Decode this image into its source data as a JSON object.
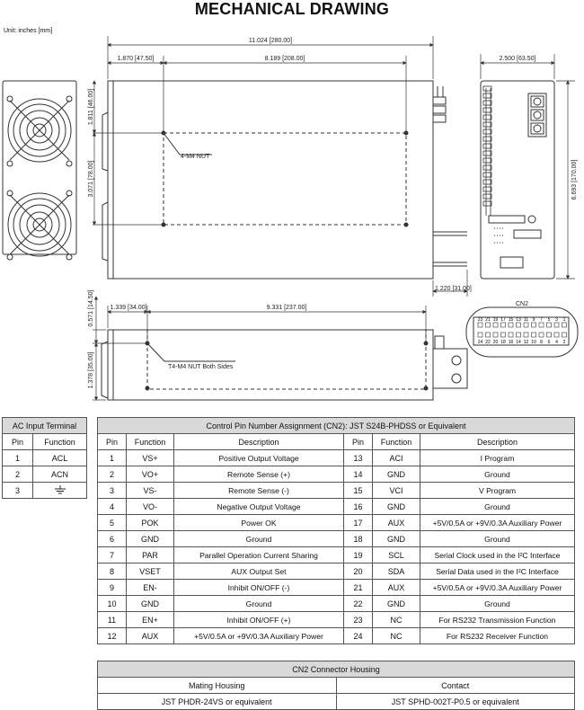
{
  "title": "MECHANICAL DRAWING",
  "unit_note": "Unit: inches [mm]",
  "dimensions": {
    "overall_length": "11.024 [280.00]",
    "front_offset": "1.870 [47.50]",
    "hole_span": "8.189 [208.00]",
    "width": "2.500 [63.50]",
    "top_offset": "1.811 [46.00]",
    "hole_vertical": "3.071 [78.00]",
    "height": "6.693 [170.00]",
    "rear_protrusion": "1.220 [31.00]",
    "side_front_offset": "1.339 [34.00]",
    "side_hole_span": "9.331 [237.00]",
    "side_top_offset": "0.571 [14.50]",
    "side_height": "1.378 [35.00]",
    "nut_label_top": "4-M4 NUT",
    "nut_label_side": "T4-M4 NUT Both Sides",
    "cn2_label": "CN2",
    "cn2_top_pins": [
      "23",
      "21",
      "19",
      "17",
      "15",
      "13",
      "11",
      "9",
      "7",
      "5",
      "3",
      "1"
    ],
    "cn2_bottom_pins": [
      "24",
      "22",
      "20",
      "18",
      "16",
      "14",
      "12",
      "10",
      "8",
      "6",
      "4",
      "2"
    ]
  },
  "ac_table": {
    "title": "AC Input Terminal",
    "headers": [
      "Pin",
      "Function"
    ],
    "rows": [
      [
        "1",
        "ACL"
      ],
      [
        "2",
        "ACN"
      ],
      [
        "3",
        ""
      ]
    ]
  },
  "control_table": {
    "title": "Control Pin Number Assignment (CN2): JST S24B-PHDSS or Equivalent",
    "headers": [
      "Pin",
      "Function",
      "Description",
      "Pin",
      "Function",
      "Description"
    ],
    "rows": [
      [
        "1",
        "VS+",
        "Positive Output Voltage",
        "13",
        "ACI",
        "I Program"
      ],
      [
        "2",
        "VO+",
        "Remote Sense (+)",
        "14",
        "GND",
        "Ground"
      ],
      [
        "3",
        "VS-",
        "Remote Sense (-)",
        "15",
        "VCI",
        "V Program"
      ],
      [
        "4",
        "VO-",
        "Negative Output Voltage",
        "16",
        "GND",
        "Ground"
      ],
      [
        "5",
        "POK",
        "Power OK",
        "17",
        "AUX",
        "+5V/0.5A or +9V/0.3A Auxiliary Power"
      ],
      [
        "6",
        "GND",
        "Ground",
        "18",
        "GND",
        "Ground"
      ],
      [
        "7",
        "PAR",
        "Parallel Operation Current Sharing",
        "19",
        "SCL",
        "Serial Clock used in the I²C Interface"
      ],
      [
        "8",
        "VSET",
        "AUX Output Set",
        "20",
        "SDA",
        "Serial Data used in the I²C Interface"
      ],
      [
        "9",
        "EN-",
        "Inhibit ON/OFF (-)",
        "21",
        "AUX",
        "+5V/0.5A or +9V/0.3A Auxiliary Power"
      ],
      [
        "10",
        "GND",
        "Ground",
        "22",
        "GND",
        "Ground"
      ],
      [
        "11",
        "EN+",
        "Inhibit ON/OFF (+)",
        "23",
        "NC",
        "For RS232 Transmission Function"
      ],
      [
        "12",
        "AUX",
        "+5V/0.5A or +9V/0.3A Auxiliary Power",
        "24",
        "NC",
        "For RS232 Receiver Function"
      ]
    ]
  },
  "housing_table": {
    "title": "CN2 Connector Housing",
    "headers": [
      "Mating Housing",
      "Contact"
    ],
    "rows": [
      [
        "JST PHDR-24VS or equivalent",
        "JST SPHD-002T-P0.5 or equivalent"
      ]
    ]
  }
}
